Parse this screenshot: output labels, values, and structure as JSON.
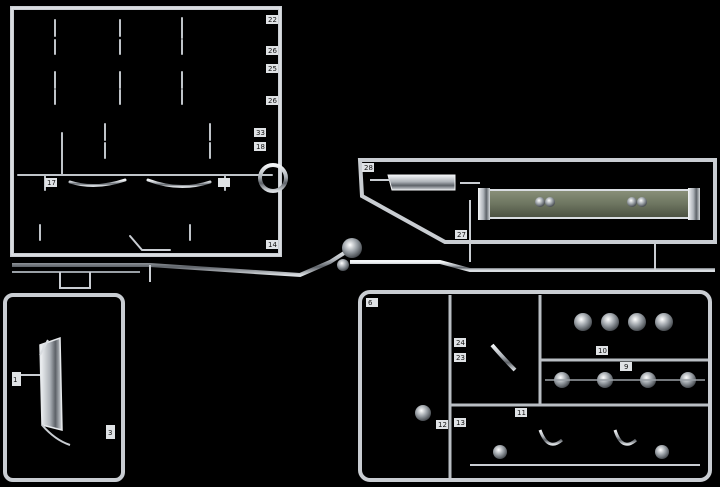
{
  "scene": {
    "subject": "model kit sprue",
    "background": "black",
    "colors": {
      "chrome": "#cfd3d8",
      "chrome_dark": "#5d6268",
      "chrome_light": "#f4f6f8",
      "olive_insert": "#6d7560"
    }
  },
  "part_numbers": {
    "p22": "22",
    "p26a": "26",
    "p25": "25",
    "p26b": "26",
    "p33": "33",
    "p18": "18",
    "p17": "17",
    "p14": "14",
    "p1": "1",
    "p3": "3",
    "p28": "28",
    "p27": "27",
    "p6": "6",
    "p24": "24",
    "p23": "23",
    "p13": "13",
    "p12": "12",
    "p11": "11",
    "p10": "10",
    "p9": "9"
  }
}
